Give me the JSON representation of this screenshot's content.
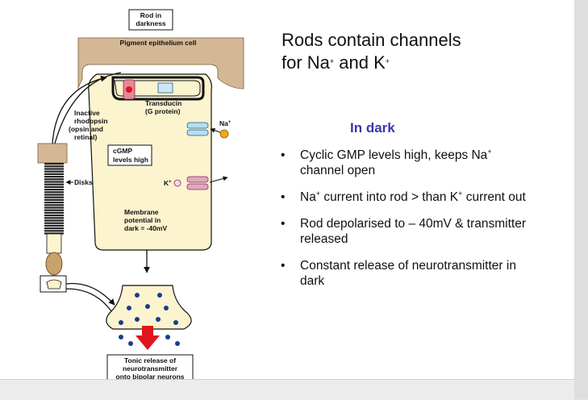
{
  "diagram": {
    "box_top": [
      "Rod in",
      "darkness"
    ],
    "pigment": "Pigment epithelium cell",
    "inactive": [
      "Inactive",
      "rhodopsin",
      "(opsin and",
      "retinal)"
    ],
    "transducin": [
      "Transducin",
      "(G protein)"
    ],
    "na_ion": "Na",
    "na_sup": "+",
    "k_ion": "K",
    "k_sup": "+",
    "cgmp": [
      "cGMP",
      "levels high"
    ],
    "disks": "Disks",
    "membrane": [
      "Membrane",
      "potential in",
      "dark = -40mV"
    ],
    "tonic": [
      "Tonic release of",
      "neurotransmitter",
      "onto bipolar neurons"
    ]
  },
  "slide": {
    "title_line1": "Rods contain channels",
    "title_line2_pre": "for Na",
    "title_sup1": "+",
    "title_mid": " and K",
    "title_sup2": "+",
    "subheading": "In dark",
    "bullet_char": "•",
    "bullets": [
      {
        "pre": "Cyclic GMP levels high, keeps Na",
        "sup": "+",
        "post": " channel open"
      },
      {
        "pre": "Na",
        "sup": "+",
        "mid": " current into rod > than K",
        "sup2": "+",
        "post": " current out"
      },
      {
        "text": "Rod depolarised to  – 40mV & transmitter released"
      },
      {
        "text": "Constant release of neurotransmitter in dark"
      }
    ]
  },
  "colors": {
    "tan": "#d4b896",
    "cell_fill": "#fcf3cf",
    "red_arrow": "#e0141e",
    "vesicle": "#1a3d8c",
    "na_ion": "#f2a818",
    "subheading": "#3a35b4"
  }
}
